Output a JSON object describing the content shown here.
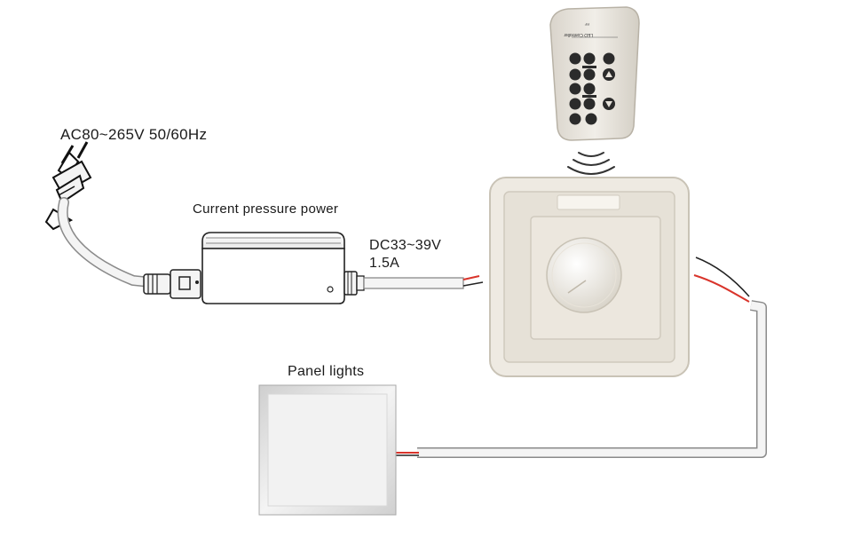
{
  "labels": {
    "ac_input": "AC80~265V 50/60Hz",
    "power_supply": "Current pressure power",
    "dc_output_voltage": "DC33~39V",
    "dc_output_current": "1.5A",
    "panel_lights": "Panel lights"
  },
  "remote": {
    "brand": "LED Controller"
  },
  "colors": {
    "cable": "#f4f4f4",
    "cable_outline": "#8a8a8a",
    "device_body": "#eeeae2",
    "device_outline": "#c9c3b6",
    "red_wire": "#d9342b",
    "remote_body": "#e8e4dc",
    "remote_buttons": "#2b2b2b"
  }
}
